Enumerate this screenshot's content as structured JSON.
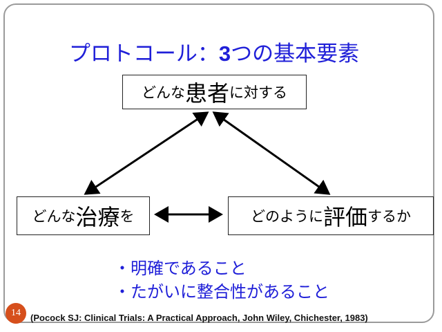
{
  "title": {
    "prefix": "プロトコール：",
    "number": "3",
    "suffix": "つの基本要素"
  },
  "boxes": {
    "patient": {
      "pre": "どんな",
      "big": "患者",
      "post": "に対する"
    },
    "treatment": {
      "pre": "どんな",
      "big": "治療",
      "post": "を"
    },
    "evaluation": {
      "pre": "どのように",
      "big": "評価",
      "post": "するか"
    }
  },
  "bullets": [
    "・明確であること",
    "・たがいに整合性があること"
  ],
  "page_number": "14",
  "citation": "(Pocock SJ: Clinical Trials: A Practical Approach, John Wiley, Chichester, 1983)",
  "colors": {
    "title": "#1f1fd8",
    "badge": "#d64f1c"
  }
}
